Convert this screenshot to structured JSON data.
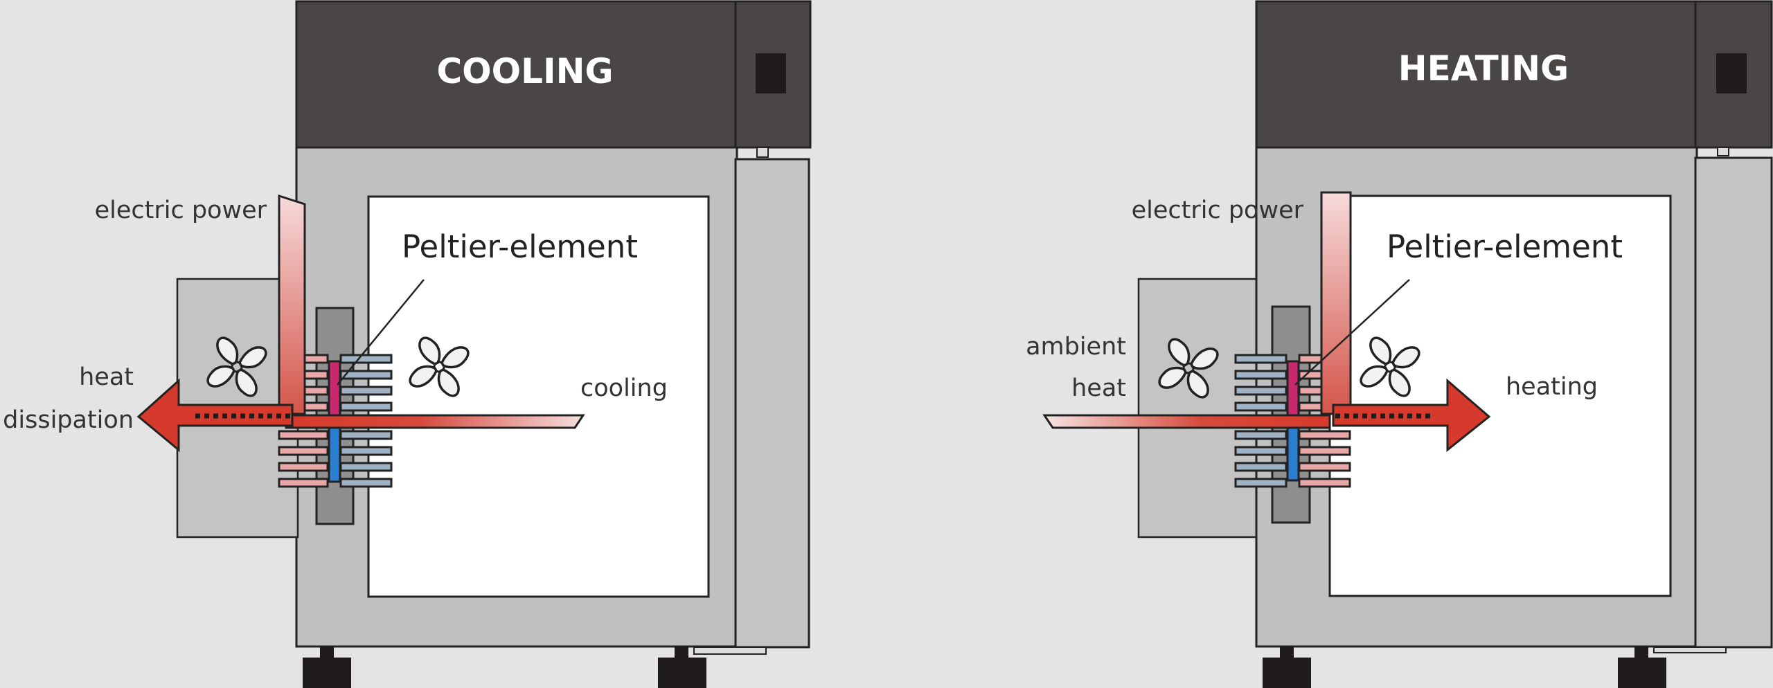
{
  "panels": [
    {
      "id": "cooling",
      "title": "COOLING",
      "labels": {
        "electric_power": "electric power",
        "peltier": "Peltier-element",
        "left_line1": "heat",
        "left_line2": "dissipation",
        "right_line1": "cooling"
      }
    },
    {
      "id": "heating",
      "title": "HEATING",
      "labels": {
        "electric_power": "electric power",
        "peltier": "Peltier-element",
        "left_line1": "ambient",
        "left_line2": "heat",
        "right_line1": "heating"
      }
    }
  ],
  "colors": {
    "background": "#e4e4e4",
    "cabinet_top": "#4a4646",
    "cabinet_body": "#c0c0c0",
    "interior": "#ffffff",
    "peltier_hot": "#c8286e",
    "peltier_cold": "#2a7fd0",
    "fin_warm": "#e9a8a8",
    "fin_cool": "#9fb3c4",
    "arrow_red": "#d0382b",
    "arrow_pale": "#f3d8d8"
  }
}
